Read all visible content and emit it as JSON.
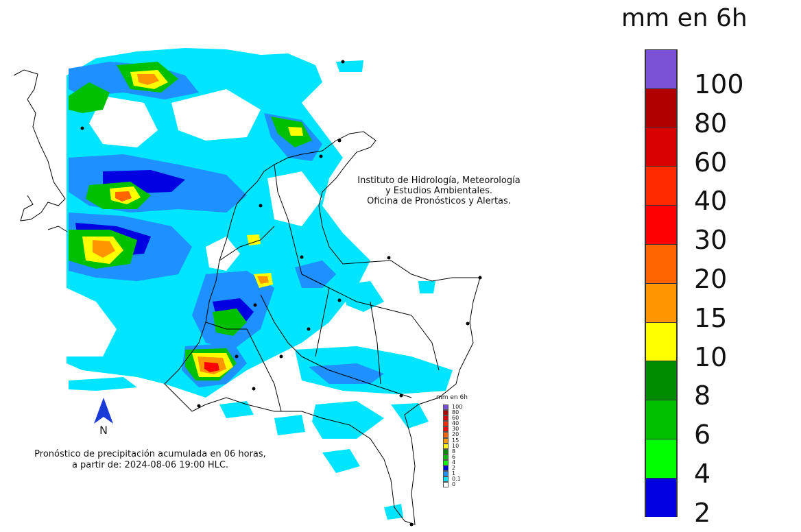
{
  "institute": {
    "line1": "Instituto de Hidrología, Meteorología",
    "line2": "y Estudios Ambientales.",
    "line3": "Oficina de Pronósticos y Alertas."
  },
  "caption": {
    "line1": "Pronóstico de precipitación acumulada en 06 horas,",
    "line2": "a partir de: 2024-08-06 19:00 HLC."
  },
  "north_label": "N",
  "legend": {
    "title": "mm en 6h",
    "labels": [
      "100",
      "80",
      "60",
      "40",
      "30",
      "20",
      "15",
      "10",
      "8",
      "6",
      "4",
      "2",
      "1",
      "0.1",
      "0"
    ],
    "big_labels": [
      "100",
      "80",
      "60",
      "40",
      "30",
      "20",
      "15",
      "10",
      "8",
      "6",
      "4",
      "2"
    ],
    "colors": [
      "#7b52d6",
      "#b00000",
      "#d80000",
      "#ff2a00",
      "#ff0000",
      "#ff6400",
      "#ff9600",
      "#ffff00",
      "#008c00",
      "#00c000",
      "#00ff00",
      "#0000e0",
      "#1e90ff",
      "#00e5ff",
      "#ffffff"
    ]
  },
  "colors": {
    "light_cyan": "#00e5ff",
    "light_blue": "#1e90ff",
    "blue": "#0000e0",
    "green": "#00c000",
    "dark_green": "#008c00",
    "yellow": "#ffff00",
    "orange": "#ff9600",
    "red": "#ff0000",
    "border": "#000000"
  }
}
